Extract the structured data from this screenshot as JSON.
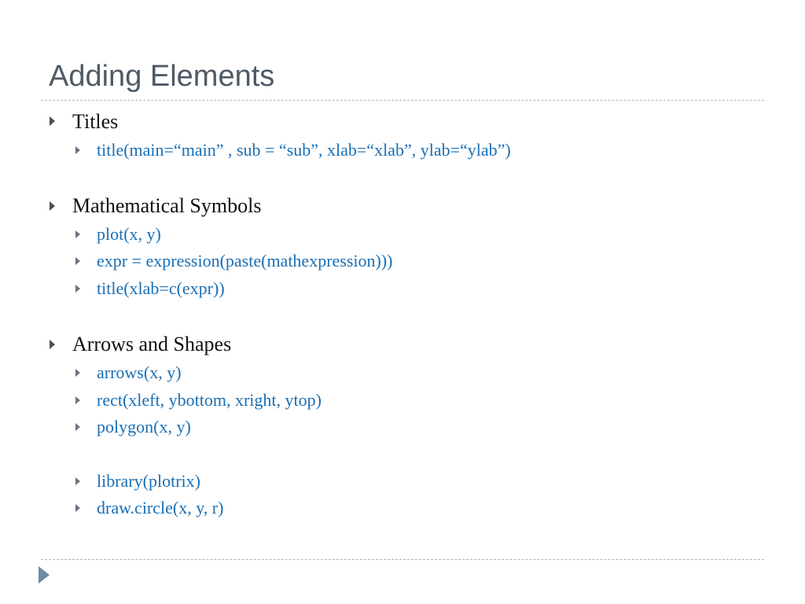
{
  "slide": {
    "title": "Adding Elements"
  },
  "bullets": {
    "titles": {
      "heading": "Titles",
      "items": [
        "title(main=“main” , sub = “sub”, xlab=“xlab”, ylab=“ylab”)"
      ]
    },
    "math": {
      "heading": "Mathematical Symbols",
      "items": [
        "plot(x, y)",
        "expr = expression(paste(mathexpression)))",
        "title(xlab=c(expr))"
      ]
    },
    "arrows": {
      "heading": "Arrows and Shapes",
      "items": [
        "arrows(x, y)",
        "rect(xleft, ybottom, xright, ytop)",
        "polygon(x, y)",
        "library(plotrix)",
        "draw.circle(x, y,  r)"
      ]
    }
  },
  "icons": {
    "bullet": "triangle-bullet-icon",
    "corner": "corner-triangle-icon"
  },
  "colors": {
    "title": "#4f5a66",
    "level1_text": "#111111",
    "level2_text": "#1a6fb5",
    "rule": "#a9b6c6",
    "corner_triangle": "#6f8aa8"
  }
}
